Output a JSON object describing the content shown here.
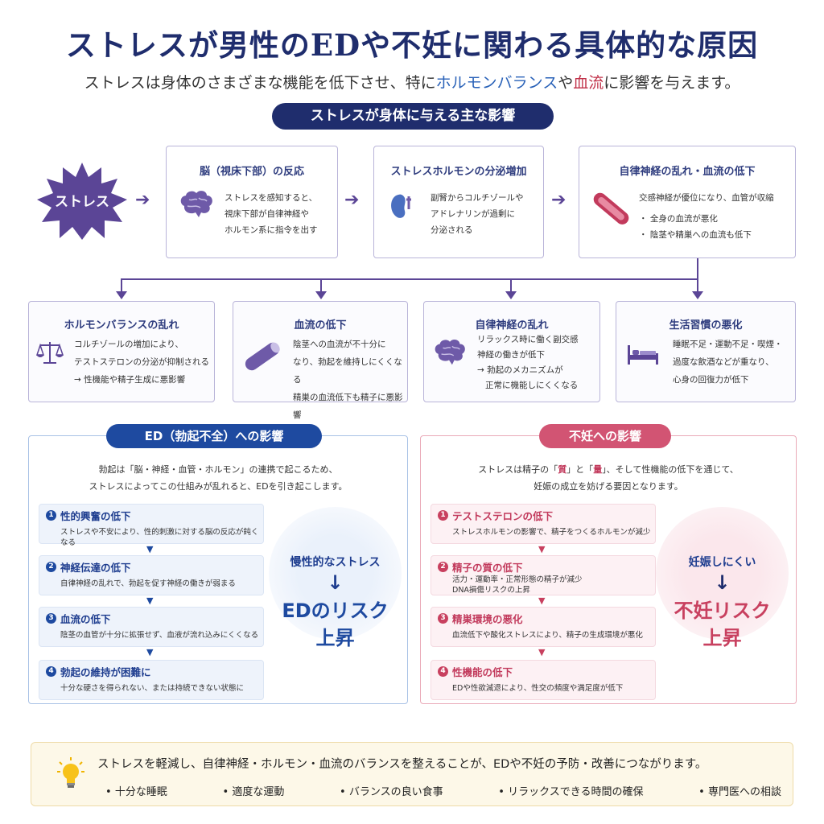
{
  "header": {
    "title": "ストレスが男性のEDや不妊に関わる具体的な原因",
    "subtitle_pre": "ストレスは身体のさまざまな機能を低下させ、特に",
    "subtitle_blue": "ホルモンバランス",
    "subtitle_mid": "や",
    "subtitle_red": "血流",
    "subtitle_post": "に影響を与えます。"
  },
  "section_label": "ストレスが身体に与える主な影響",
  "stress_label": "ストレス",
  "flow": [
    {
      "title": "脳（視床下部）の反応",
      "lines": [
        "ストレスを感知すると、",
        "視床下部が自律神経や",
        "ホルモン系に指令を出す"
      ],
      "icon": "brain-icon"
    },
    {
      "title": "ストレスホルモンの分泌増加",
      "lines": [
        "副腎からコルチゾールや",
        "アドレナリンが過剰に",
        "分泌される"
      ],
      "icon": "adrenal-icon"
    },
    {
      "title": "自律神経の乱れ・血流の低下",
      "lines": [
        "交感神経が優位になり、血管が収縮",
        "・ 全身の血流が悪化",
        "・ 陰茎や精巣への血流も低下"
      ],
      "icon": "vessel-icon"
    }
  ],
  "effects": [
    {
      "title": "ホルモンバランスの乱れ",
      "lines": [
        "コルチゾールの増加により、",
        "テストステロンの分泌が抑制される",
        "→ 性機能や精子生成に悪影響"
      ],
      "icon": "scale-icon"
    },
    {
      "title": "血流の低下",
      "lines": [
        "陰茎への血流が不十分に",
        "なり、勃起を維持しにくくなる",
        "精巣の血流低下も精子に悪影響"
      ],
      "icon": "vessel-icon"
    },
    {
      "title": "自律神経の乱れ",
      "lines": [
        "リラックス時に働く副交感",
        "神経の働きが低下",
        "→ 勃起のメカニズムが",
        "   正常に機能しにくくなる"
      ],
      "icon": "brain-icon"
    },
    {
      "title": "生活習慣の悪化",
      "lines": [
        "睡眠不足・運動不足・喫煙・",
        "過度な飲酒などが重なり、",
        "心身の回復力が低下"
      ],
      "icon": "bed-icon"
    }
  ],
  "ed_panel": {
    "label": "ED（勃起不全）への影響",
    "intro": [
      "勃起は「脳・神経・血管・ホルモン」の連携で起こるため、",
      "ストレスによってこの仕組みが乱れると、EDを引き起こします。"
    ],
    "steps": [
      {
        "num": "1",
        "title": "性的興奮の低下",
        "desc": [
          "ストレスや不安により、性的刺激に対する脳の反応が鈍くなる"
        ]
      },
      {
        "num": "2",
        "title": "神経伝達の低下",
        "desc": [
          "自律神経の乱れで、勃起を促す神経の働きが弱まる"
        ]
      },
      {
        "num": "3",
        "title": "血流の低下",
        "desc": [
          "陰茎の血管が十分に拡張せず、血液が流れ込みにくくなる"
        ]
      },
      {
        "num": "4",
        "title": "勃起の維持が困難に",
        "desc": [
          "十分な硬さを得られない、または持続できない状態に"
        ]
      }
    ],
    "risk_top": "慢性的なストレス",
    "risk_arrow": "↓",
    "risk_main_1": "EDのリスク",
    "risk_main_2": "上昇"
  },
  "inf_panel": {
    "label": "不妊への影響",
    "intro_pre": "ストレスは精子の「",
    "intro_q1": "質",
    "intro_mid": "」と「",
    "intro_q2": "量",
    "intro_post": "」、そして性機能の低下を通じて、",
    "intro_line2": "妊娠の成立を妨げる要因となります。",
    "steps": [
      {
        "num": "1",
        "title": "テストステロンの低下",
        "desc": [
          "ストレスホルモンの影響で、精子をつくるホルモンが減少"
        ]
      },
      {
        "num": "2",
        "title": "精子の質の低下",
        "desc": [
          "活力・運動率・正常形態の精子が減少",
          "DNA損傷リスクの上昇"
        ]
      },
      {
        "num": "3",
        "title": "精巣環境の悪化",
        "desc": [
          "血流低下や酸化ストレスにより、精子の生成環境が悪化"
        ]
      },
      {
        "num": "4",
        "title": "性機能の低下",
        "desc": [
          "EDや性欲減退により、性交の頻度や満足度が低下"
        ]
      }
    ],
    "risk_top": "妊娠しにくい",
    "risk_arrow": "↓",
    "risk_main_1": "不妊リスク",
    "risk_main_2": "上昇"
  },
  "tips": {
    "main": "ストレスを軽減し、自律神経・ホルモン・血流のバランスを整えることが、EDや不妊の予防・改善につながります。",
    "items": [
      "十分な睡眠",
      "適度な運動",
      "バランスの良い食事",
      "リラックスできる時間の確保",
      "専門医への相談"
    ]
  },
  "colors": {
    "navy": "#1f2d6d",
    "purple": "#5b4596",
    "ed_blue": "#1e4aa0",
    "inf_pink": "#d25473",
    "tip_bg": "#fdf8e8"
  }
}
